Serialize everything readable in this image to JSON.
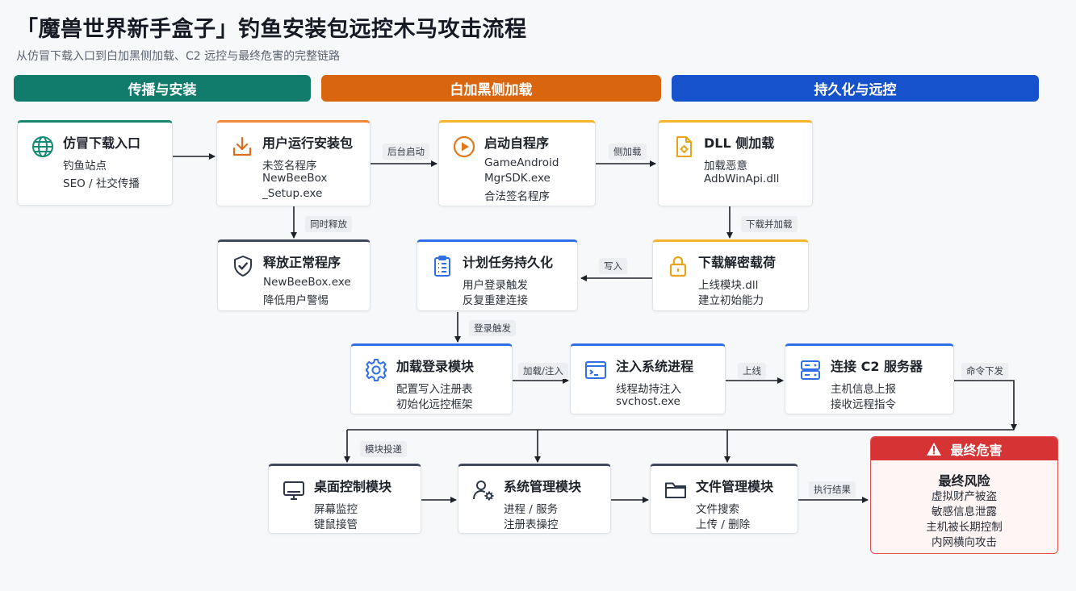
{
  "title": "「魔兽世界新手盒子」钓鱼安装包远控木马攻击流程",
  "subtitle": "从仿冒下载入口到白加黑侧加载、C2 远控与最终危害的完整链路",
  "phases": {
    "spread": "传播与安装",
    "sideload": "白加黑侧加载",
    "persist": "持久化与远控"
  },
  "nodes": {
    "entry": {
      "title": "仿冒下载入口",
      "lines": [
        "钓鱼站点",
        "SEO / 社交传播"
      ],
      "icon": "globe-icon"
    },
    "run_installer": {
      "title": "用户运行安装包",
      "lines": [
        "未签名程序",
        "NewBeeBox",
        "_Setup.exe"
      ],
      "icon": "download-icon"
    },
    "start_self": {
      "title": "启动自程序",
      "lines": [
        "GameAndroid",
        "MgrSDK.exe",
        "合法签名程序"
      ],
      "icon": "play-icon"
    },
    "dll_sideload": {
      "title": "DLL 侧加载",
      "lines": [
        "加载恶意",
        "AdbWinApi.dll"
      ],
      "icon": "dll-file-icon"
    },
    "release_normal": {
      "title": "释放正常程序",
      "lines": [
        "NewBeeBox.exe",
        "降低用户警惕"
      ],
      "icon": "shield-check-icon"
    },
    "schedule_task": {
      "title": "计划任务持久化",
      "lines": [
        "用户登录触发",
        "反复重建连接"
      ],
      "icon": "clipboard-icon"
    },
    "decrypt_payload": {
      "title": "下载解密载荷",
      "lines": [
        "上线模块.dll",
        "建立初始能力"
      ],
      "icon": "lock-icon"
    },
    "load_login": {
      "title": "加载登录模块",
      "lines": [
        "配置写入注册表",
        "初始化远控框架"
      ],
      "icon": "gear-icon"
    },
    "inject_process": {
      "title": "注入系统进程",
      "lines": [
        "线程劫持注入",
        "svchost.exe"
      ],
      "icon": "terminal-icon"
    },
    "connect_c2": {
      "title": "连接 C2 服务器",
      "lines": [
        "主机信息上报",
        "接收远程指令"
      ],
      "icon": "server-icon"
    },
    "desktop_ctrl": {
      "title": "桌面控制模块",
      "lines": [
        "屏幕监控",
        "键鼠接管"
      ],
      "icon": "monitor-icon"
    },
    "sys_mgmt": {
      "title": "系统管理模块",
      "lines": [
        "进程 / 服务",
        "注册表操控"
      ],
      "icon": "user-gear-icon"
    },
    "file_mgmt": {
      "title": "文件管理模块",
      "lines": [
        "文件搜索",
        "上传 / 删除"
      ],
      "icon": "folder-icon"
    }
  },
  "edges": {
    "bg_start": "后台启动",
    "sideload": "侧加载",
    "release_same_time": "同时释放",
    "download_load": "下载并加载",
    "write": "写入",
    "login_trigger": "登录触发",
    "load_inject": "加载/注入",
    "online": "上线",
    "command": "命令下发",
    "module_deliver": "模块投递",
    "exec_result": "执行结果"
  },
  "hazard": {
    "header": "最终危害",
    "icon": "warning-icon",
    "subtitle": "最终风险",
    "lines": [
      "虚拟财产被盗",
      "敏感信息泄露",
      "主机被长期控制",
      "内网横向攻击"
    ]
  },
  "colors": {
    "green": "#127c6c",
    "orange": "#d9660f",
    "blue": "#1552cc",
    "red": "#d63434"
  }
}
